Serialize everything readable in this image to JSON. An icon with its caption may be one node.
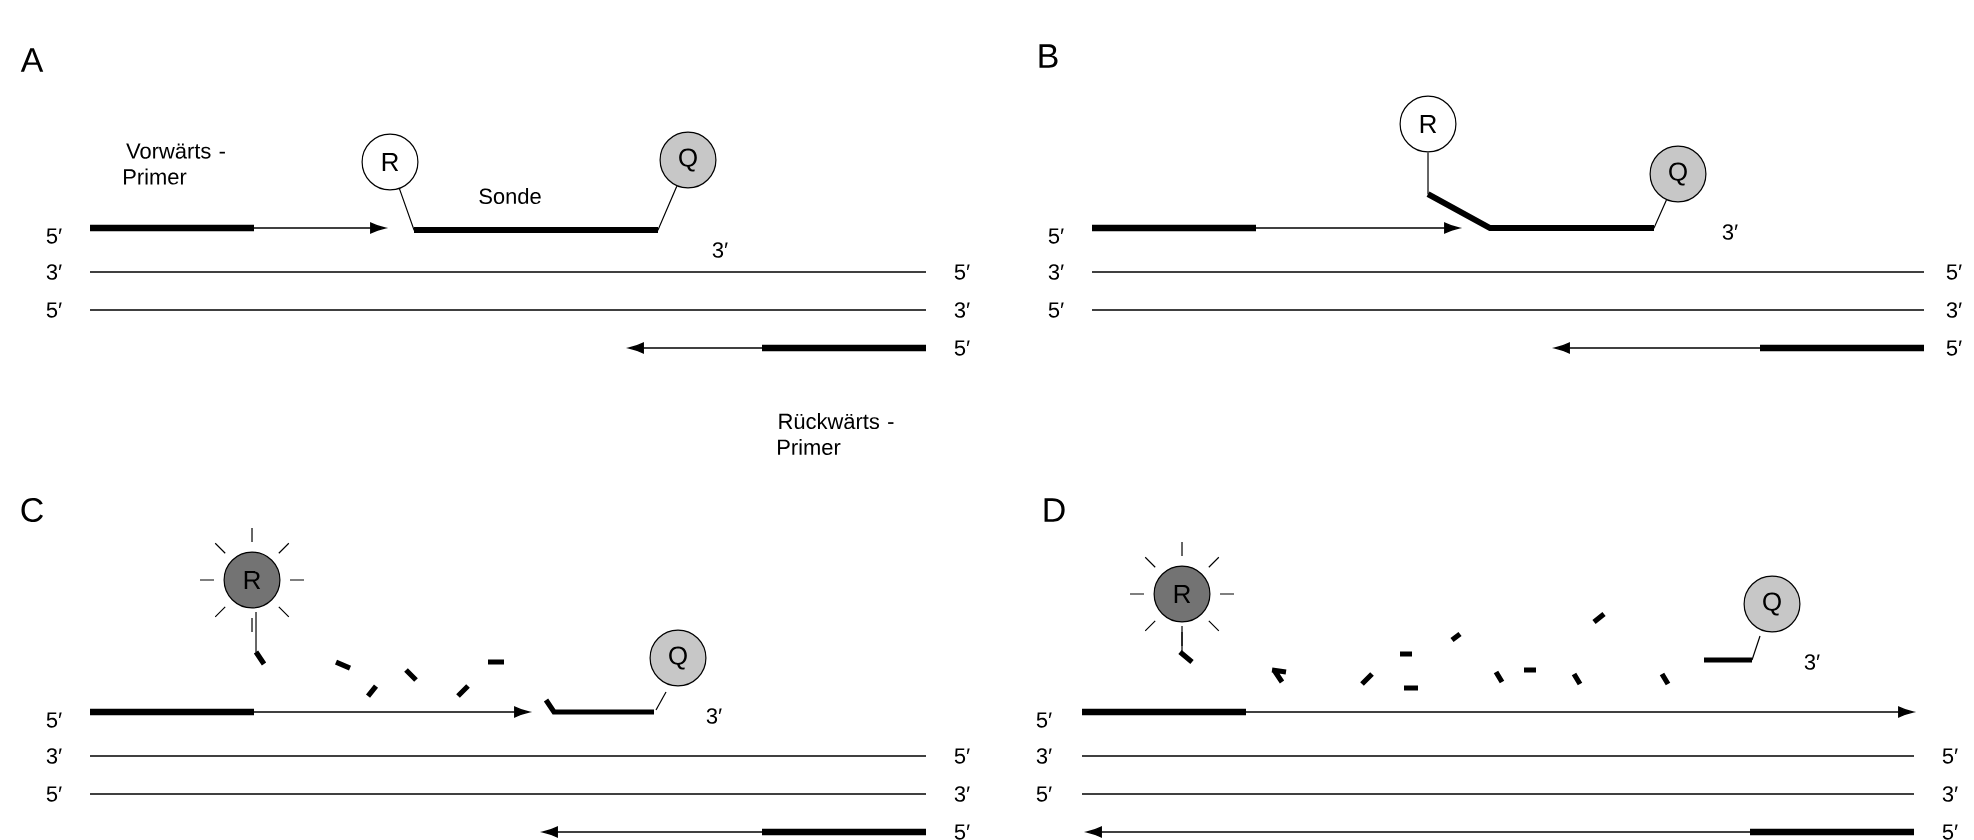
{
  "diagram": {
    "nodes": [
      {
        "text": [
          "R"
        ]
      },
      {
        "text": [
          "Q"
        ]
      },
      {
        "text": [
          "R"
        ]
      },
      {
        "text": [
          "Q"
        ]
      },
      {
        "text": [
          "R"
        ]
      },
      {
        "text": [
          "Q"
        ]
      },
      {
        "text": [
          "R"
        ]
      },
      {
        "text": [
          "Q"
        ]
      }
    ],
    "edges": [
      {
        "from": 0,
        "to": 1,
        "arrow": "none",
        "label": "Sonde"
      },
      {
        "from": 2,
        "to": 3,
        "arrow": "none"
      }
    ],
    "labels": [
      "A",
      "Vorwärts - Primer",
      "5′",
      "3′",
      "3′",
      "5′",
      "5′",
      "3′",
      "5′",
      "Rückwärts - Primer",
      "B",
      "5′",
      "3′",
      "3′",
      "5′",
      "5′",
      "3′",
      "5′",
      "C",
      "5′",
      "3′",
      "3′",
      "5′",
      "5′",
      "3′",
      "5′",
      "D",
      "5′",
      "3′",
      "3′",
      "5′",
      "5′",
      "3′",
      "5′"
    ]
  }
}
